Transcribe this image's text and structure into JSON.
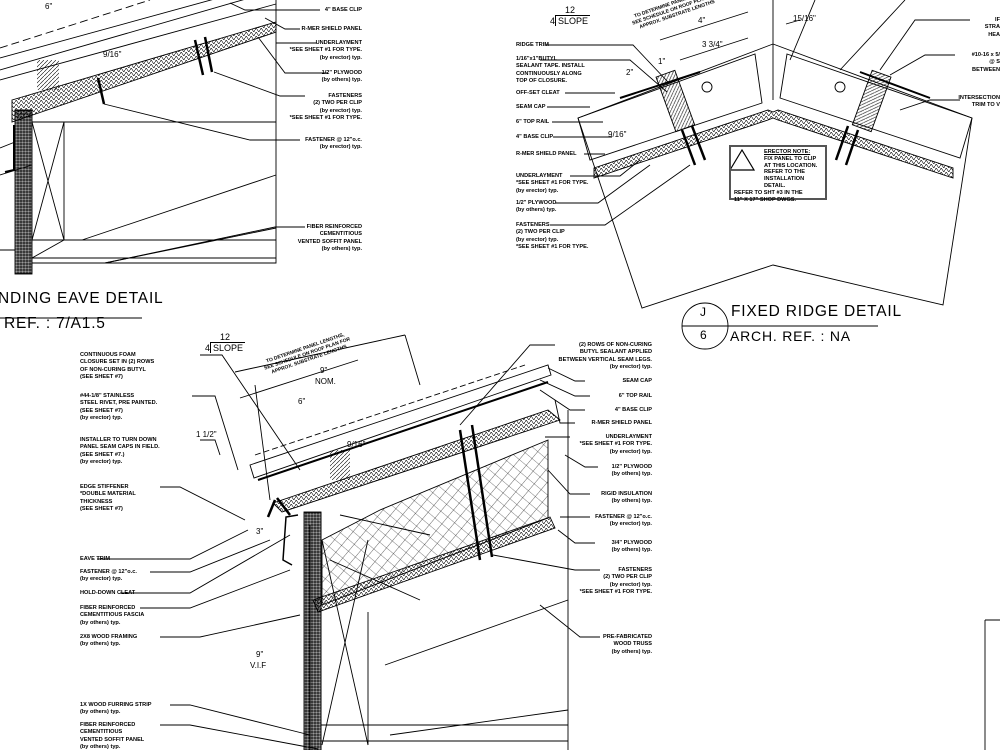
{
  "eave_top": {
    "labels": [
      {
        "id": "et1",
        "lines": [
          "4\" BASE CLIP"
        ]
      },
      {
        "id": "et2",
        "lines": [
          "R-MER SHIELD PANEL"
        ]
      },
      {
        "id": "et3",
        "lines": [
          "UNDERLAYMENT",
          "*SEE SHEET #1 FOR TYPE.",
          "(by erector) typ."
        ]
      },
      {
        "id": "et4",
        "lines": [
          "1/2\" PLYWOOD",
          "(by others) typ."
        ]
      },
      {
        "id": "et5",
        "lines": [
          "FASTENERS",
          "(2) TWO PER CLIP",
          "(by erector) typ.",
          "*SEE SHEET #1 FOR TYPE."
        ]
      },
      {
        "id": "et6",
        "lines": [
          "FASTENER @ 12\"o.c.",
          "(by erector) typ."
        ]
      },
      {
        "id": "et7",
        "lines": [
          "FIBER REINFORCED",
          "CEMENTITIOUS",
          "VENTED SOFFIT PANEL",
          "(by others) typ."
        ]
      }
    ],
    "dims": {
      "d6": "6\"",
      "d916": "9/16\""
    },
    "title": "NDING EAVE DETAIL",
    "ref": "REF. :  7/A1.5"
  },
  "ridge": {
    "slope": {
      "rise": "12",
      "run": "4",
      "label": "SLOPE"
    },
    "rotated_note": [
      "TO DETERMINE PANEL LENGTHS,",
      "SEE SCHEDULE ON ROOF PLAN FOR",
      "APPROX. SUBSTRATE LENGTHS"
    ],
    "labels": [
      {
        "id": "r1",
        "lines": [
          "RIDGE TRIM"
        ]
      },
      {
        "id": "r2",
        "lines": [
          "1/16\"x1\"BUTYL",
          "SEALANT TAPE. INSTALL",
          "CONTINUOUSLY ALONG",
          "TOP OF CLOSURE."
        ]
      },
      {
        "id": "r3",
        "lines": [
          "OFF-SET CLEAT"
        ]
      },
      {
        "id": "r4",
        "lines": [
          "SEAM CAP"
        ]
      },
      {
        "id": "r5",
        "lines": [
          "6\" TOP RAIL"
        ]
      },
      {
        "id": "r6",
        "lines": [
          "4\" BASE CLIP"
        ]
      },
      {
        "id": "r7",
        "lines": [
          "R-MER SHIELD PANEL"
        ]
      },
      {
        "id": "r8",
        "lines": [
          "UNDERLAYMENT",
          "*SEE SHEET #1 FOR TYPE.",
          "(by erector) typ."
        ]
      },
      {
        "id": "r9",
        "lines": [
          "1/2\" PLYWOOD",
          "(by others) typ."
        ]
      },
      {
        "id": "r10",
        "lines": [
          "FASTENERS",
          "(2) TWO PER CLIP",
          "(by erector) typ.",
          "*SEE SHEET #1 FOR TYPE."
        ]
      },
      {
        "id": "r11",
        "lines": [
          "IF",
          "STRA",
          "HEA"
        ]
      },
      {
        "id": "r12",
        "lines": [
          "#10-16 x 5/",
          "@ S",
          "BETWEEN"
        ]
      },
      {
        "id": "r13",
        "lines": [
          "INTERSECTION",
          "TRIM TO V"
        ]
      }
    ],
    "dims": {
      "d4": "4\"",
      "d334": "3 3/4\"",
      "d1": "1\"",
      "d2": "2\"",
      "d1516": "15/16\"",
      "d916": "9/16\""
    },
    "erector_note": {
      "heading": "ERECTOR NOTE:",
      "lines": [
        "FIX PANEL TO CLIP",
        "AT THIS LOCATION.",
        "REFER TO THE",
        "INSTALLATION DETAIL."
      ],
      "footer": [
        "REFER TO SHT #3 IN THE",
        "11\" X 17\" SHOP DWGS."
      ],
      "icon": "warning-triangle-icon"
    },
    "callout": {
      "top": "J",
      "bottom": "6"
    },
    "title": "FIXED RIDGE DETAIL",
    "ref": "ARCH. REF. :  NA"
  },
  "eave_bottom": {
    "slope": {
      "rise": "12",
      "run": "4",
      "label": "SLOPE"
    },
    "rotated_note": [
      "TO DETERMINE PANEL LENGTHS,",
      "SEE SCHEDULE ON ROOF PLAN FOR",
      "APPROX. SUBSTRATE LENGTHS"
    ],
    "left_labels": [
      {
        "id": "bl1",
        "lines": [
          "CONTINUOUS FOAM",
          "CLOSURE SET IN (2) ROWS",
          "OF NON-CURING BUTYL",
          "(SEE SHEET #7)"
        ]
      },
      {
        "id": "bl2",
        "lines": [
          "#44-1/8\" STAINLESS",
          "STEEL RIVET, PRE PAINTED.",
          "(SEE SHEET #7)",
          "(by erector) typ."
        ]
      },
      {
        "id": "bl3",
        "lines": [
          "INSTALLER TO TURN DOWN",
          "PANEL SEAM CAPS IN FIELD.",
          "(SEE SHEET #7.)",
          "(by erector) typ."
        ]
      },
      {
        "id": "bl4",
        "lines": [
          "EDGE STIFFENER",
          "*DOUBLE MATERIAL",
          "THICKNESS",
          "(SEE SHEET #7)"
        ]
      },
      {
        "id": "bl5",
        "lines": [
          "EAVE TRIM"
        ]
      },
      {
        "id": "bl6",
        "lines": [
          "FASTENER @ 12\"o.c.",
          "(by erector) typ."
        ]
      },
      {
        "id": "bl7",
        "lines": [
          "HOLD-DOWN CLEAT"
        ]
      },
      {
        "id": "bl8",
        "lines": [
          "FIBER REINFORCED",
          "CEMENTITIOUS FASCIA",
          "(by others) typ."
        ]
      },
      {
        "id": "bl9",
        "lines": [
          "2X8 WOOD FRAMING",
          "(by others) typ."
        ]
      },
      {
        "id": "bl10",
        "lines": [
          "1X WOOD FURRING STRIP",
          "(by others) typ."
        ]
      },
      {
        "id": "bl11",
        "lines": [
          "FIBER REINFORCED",
          "CEMENTITIOUS",
          "VENTED SOFFIT PANEL",
          "(by others) typ."
        ]
      }
    ],
    "right_labels": [
      {
        "id": "br1",
        "lines": [
          "(2) ROWS OF NON-CURING",
          "BUTYL SEALANT APPLIED",
          "BETWEEN VERTICAL SEAM LEGS.",
          "(by erector) typ."
        ]
      },
      {
        "id": "br2",
        "lines": [
          "SEAM CAP"
        ]
      },
      {
        "id": "br3",
        "lines": [
          "6\" TOP RAIL"
        ]
      },
      {
        "id": "br4",
        "lines": [
          "4\" BASE CLIP"
        ]
      },
      {
        "id": "br5",
        "lines": [
          "R-MER SHIELD PANEL"
        ]
      },
      {
        "id": "br6",
        "lines": [
          "UNDERLAYMENT",
          "*SEE SHEET #1 FOR TYPE.",
          "(by erector) typ."
        ]
      },
      {
        "id": "br7",
        "lines": [
          "1/2\" PLYWOOD",
          "(by others) typ."
        ]
      },
      {
        "id": "br8",
        "lines": [
          "RIGID INSULATION",
          "(by others) typ."
        ]
      },
      {
        "id": "br9",
        "lines": [
          "FASTENER @ 12\"o.c.",
          "(by erector) typ."
        ]
      },
      {
        "id": "br10",
        "lines": [
          "3/4\" PLYWOOD",
          "(by others) typ."
        ]
      },
      {
        "id": "br11",
        "lines": [
          "FASTENERS",
          "(2) TWO PER CLIP",
          "(by erector) typ.",
          "*SEE SHEET #1 FOR TYPE."
        ]
      },
      {
        "id": "br12",
        "lines": [
          "PRE-FABRICATED",
          "WOOD TRUSS",
          "(by others) typ."
        ]
      }
    ],
    "dims": {
      "d9": "9\"",
      "nom": "NOM.",
      "d6": "6\"",
      "d112": "1 1/2\"",
      "d916": "9/16\"",
      "d3": "3\"",
      "d9v": "9\"",
      "vif": "V.I.F"
    }
  }
}
